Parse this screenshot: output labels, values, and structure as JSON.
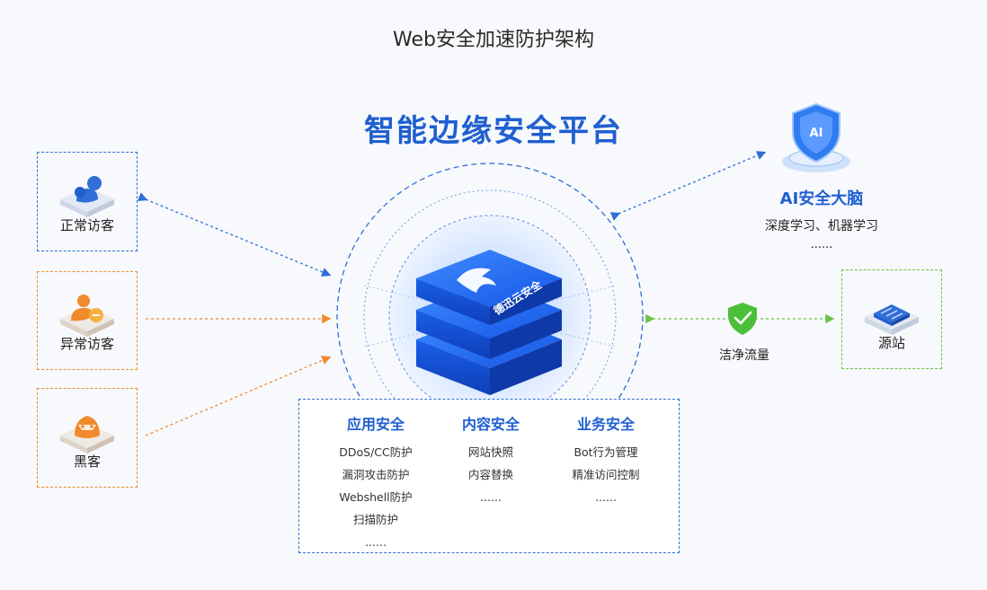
{
  "page_title": "Web安全加速防护架构",
  "platform_title": "智能边缘安全平台",
  "brand_text": "德迅云安全",
  "visitors": {
    "normal": "正常访客",
    "abnormal": "异常访客",
    "hacker": "黑客"
  },
  "ai_brain": {
    "title": "AI安全大脑",
    "subtitle": "深度学习、机器学习",
    "more": "......",
    "badge": "AI"
  },
  "clean_traffic": "洁净流量",
  "origin": "源站",
  "features": [
    {
      "title": "应用安全",
      "items": [
        "DDoS/CC防护",
        "漏洞攻击防护",
        "Webshell防护",
        "扫描防护",
        "......"
      ]
    },
    {
      "title": "内容安全",
      "items": [
        "网站快照",
        "内容替换",
        "......"
      ]
    },
    {
      "title": "业务安全",
      "items": [
        "Bot行为管理",
        "精准访问控制",
        "......"
      ]
    }
  ],
  "colors": {
    "blue": "#2f6fd6",
    "title_blue": "#1f5fd1",
    "orange": "#f08a2c",
    "green": "#6cc24a",
    "check_green": "#4cbf3a"
  },
  "icons": {
    "normal": "user-icon",
    "abnormal": "anomalous-user-icon",
    "hacker": "hacker-icon",
    "origin": "server-icon",
    "ai": "ai-shield-icon",
    "clean": "check-shield-icon",
    "platform": "cloud-platform-icon"
  }
}
